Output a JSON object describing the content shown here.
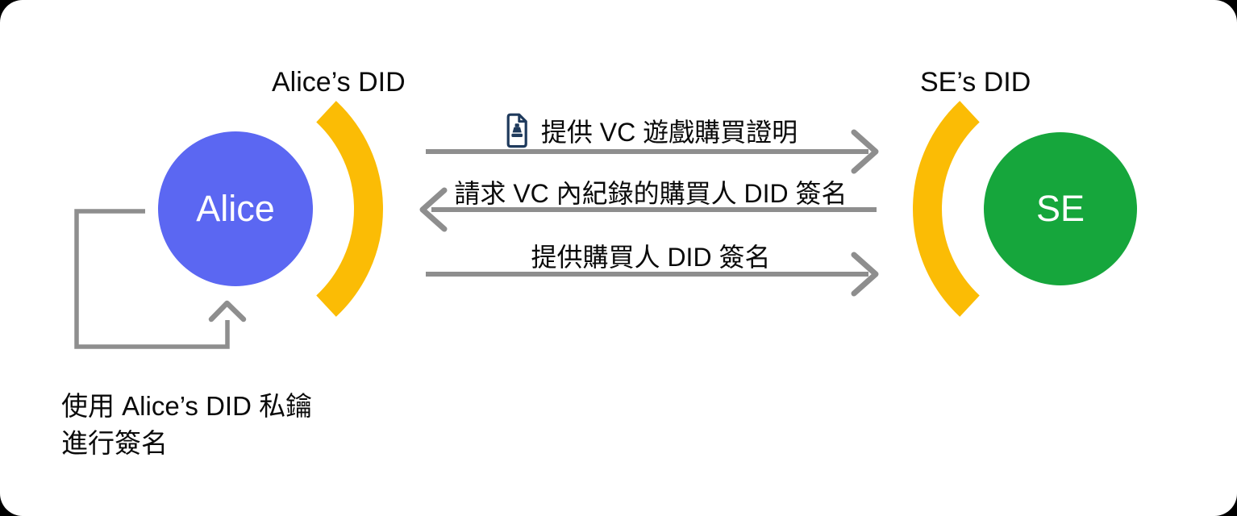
{
  "diagram": {
    "alice": {
      "name": "Alice",
      "did_label": "Alice’s DID",
      "color": "#5B67F2"
    },
    "se": {
      "name": "SE",
      "did_label": "SE’s DID",
      "color": "#16A63C"
    },
    "messages": [
      {
        "text": "提供 VC 遊戲購買證明",
        "direction": "right",
        "icon": "certificate-stamp-icon"
      },
      {
        "text": "請求 VC 內紀錄的購買人 DID 簽名",
        "direction": "left"
      },
      {
        "text": "提供購買人 DID 簽名",
        "direction": "right"
      }
    ],
    "note": {
      "line1": "使用 Alice’s DID 私鑰",
      "line2": "進行簽名"
    },
    "colors": {
      "did_arc": "#FBBC05",
      "arrow": "#8E8E8E",
      "doc_icon": "#1F3A5C"
    }
  }
}
